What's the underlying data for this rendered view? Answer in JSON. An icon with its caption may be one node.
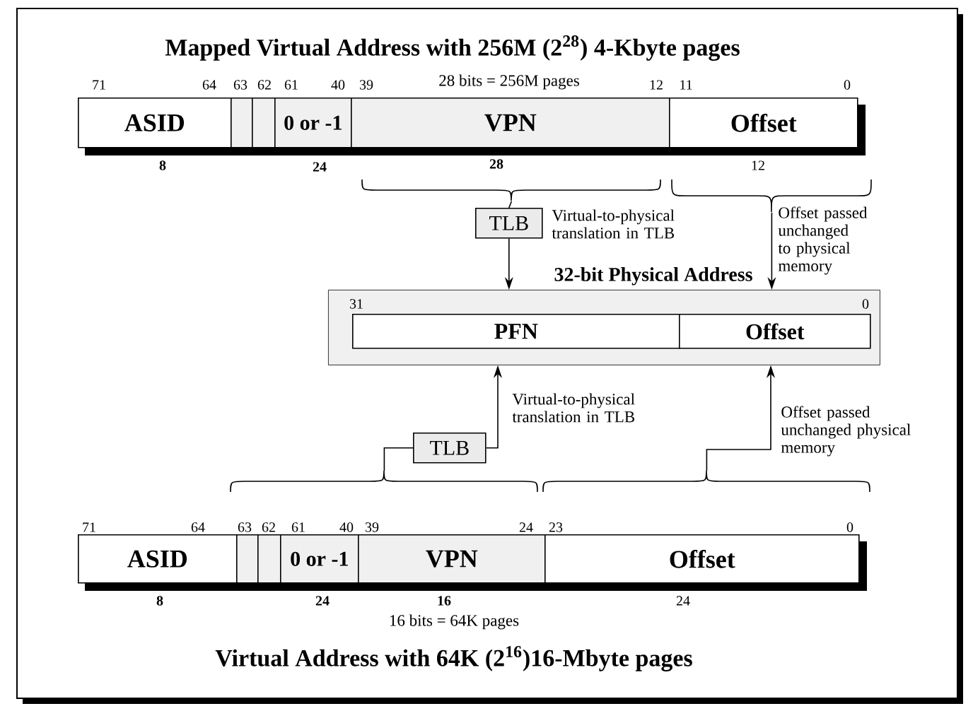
{
  "diagram": {
    "title": "Mapped Virtual Address with 256M (2$^{28}$) 4-Kbyte pages",
    "caption": "Virtual Address with 64K (2$^{16}$)16-Mbyte pages",
    "nodes": [
      {
        "text": [
          "ASID"
        ]
      },
      {
        "text": [],
        "shape": "box"
      },
      {
        "text": [],
        "shape": "box"
      },
      {
        "text": [
          "0 or -1"
        ]
      },
      {
        "text": [
          "VPN"
        ]
      },
      {
        "text": [
          "Offset"
        ]
      },
      {
        "text": [
          "TLB"
        ],
        "beside": [
          "Virtual-to-physical translation in TLB"
        ]
      },
      {
        "text": [
          "32-bit Physical Address"
        ]
      },
      {
        "text": [
          "PFN"
        ],
        "in": 7
      },
      {
        "text": [
          "Offset"
        ],
        "in": 7
      },
      {
        "text": [
          "ASID"
        ]
      },
      {
        "text": [],
        "shape": "box"
      },
      {
        "text": [],
        "shape": "box"
      },
      {
        "text": [
          "0 or -1"
        ]
      },
      {
        "text": [
          "VPN"
        ]
      },
      {
        "text": [
          "Offset"
        ]
      },
      {
        "text": [
          "TLB"
        ],
        "beside": [
          "Virtual-to-physical translation in TLB"
        ]
      },
      {
        "text": [],
        "shape": "brace"
      },
      {
        "text": [],
        "shape": "brace"
      },
      {
        "text": [],
        "shape": "brace"
      },
      {
        "text": [],
        "shape": "brace"
      }
    ],
    "edges": [
      {
        "from": 17,
        "to": 6,
        "arrow": "none"
      },
      {
        "from": 6,
        "to": 7,
        "arrow": "to"
      },
      {
        "from": 18,
        "to": 7,
        "arrow": "to",
        "label": "Offset passed unchanged to physical memory"
      },
      {
        "from": 19,
        "to": 16,
        "arrow": "none"
      },
      {
        "from": 16,
        "to": 7,
        "arrow": "to"
      },
      {
        "from": 20,
        "to": 7,
        "arrow": "to",
        "label": "Offset passed unchanged physical memory"
      }
    ],
    "labels": [
      "71",
      "64",
      "63",
      "62",
      "61",
      "40",
      "39",
      "28 bits = 256M pages",
      "12",
      "11",
      "0",
      "8",
      "24",
      "28",
      "12",
      "31",
      "0",
      "71",
      "64",
      "63",
      "62",
      "61",
      "40",
      "39",
      "24",
      "23",
      "0",
      "8",
      "24",
      "16",
      "24",
      "16 bits = 64K pages"
    ]
  }
}
